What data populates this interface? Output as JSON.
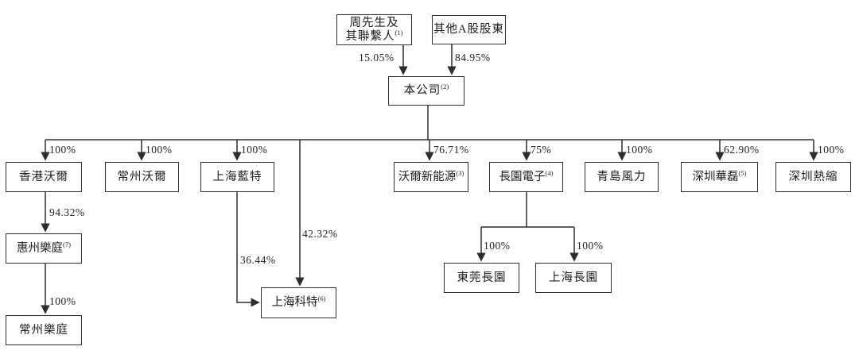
{
  "diagram": {
    "type": "shareholding-structure",
    "colors": {
      "line": "#2e2e2e",
      "text": "#1c1c1c",
      "background": "#ffffff"
    },
    "nodes": {
      "zhou": {
        "line1": "周先生及",
        "line2": "其聯繫人",
        "sup": "(1)"
      },
      "other_a": {
        "label": "其他A股股東"
      },
      "company": {
        "label": "本公司",
        "sup": "(2)"
      },
      "hk_wall": {
        "label": "香港沃爾"
      },
      "cz_wall": {
        "label": "常州沃爾"
      },
      "sh_lante": {
        "label": "上海藍特"
      },
      "wall_new_energy": {
        "label": "沃爾新能源",
        "sup": "(3)"
      },
      "changyuan_elec": {
        "label": "長園電子",
        "sup": "(4)"
      },
      "qingdao_wind": {
        "label": "青島風力"
      },
      "sz_hualei": {
        "label": "深圳華磊",
        "sup": "(5)"
      },
      "sz_resuo": {
        "label": "深圳熱縮"
      },
      "huizhou_leting": {
        "label": "惠州樂庭",
        "sup": "(7)"
      },
      "cz_leting": {
        "label": "常州樂庭"
      },
      "sh_kete": {
        "label": "上海科特",
        "sup": "(6)"
      },
      "dg_changyuan": {
        "label": "東莞長園"
      },
      "sh_changyuan": {
        "label": "上海長園"
      }
    },
    "ownership": {
      "zhou_to_company": "15.05%",
      "other_a_to_company": "84.95%",
      "company_to_hk_wall": "100%",
      "company_to_cz_wall": "100%",
      "company_to_sh_lante": "100%",
      "company_to_wall_new_energy": "76.71%",
      "company_to_changyuan_elec": "75%",
      "company_to_qingdao_wind": "100%",
      "company_to_sz_hualei": "62.90%",
      "company_to_sz_resuo": "100%",
      "hk_wall_to_huizhou_leting": "94.32%",
      "huizhou_to_cz_leting": "100%",
      "sh_lante_to_sh_kete": "36.44%",
      "company_to_sh_kete": "42.32%",
      "changyuan_to_dg_changyuan": "100%",
      "changyuan_to_sh_changyuan": "100%"
    }
  }
}
